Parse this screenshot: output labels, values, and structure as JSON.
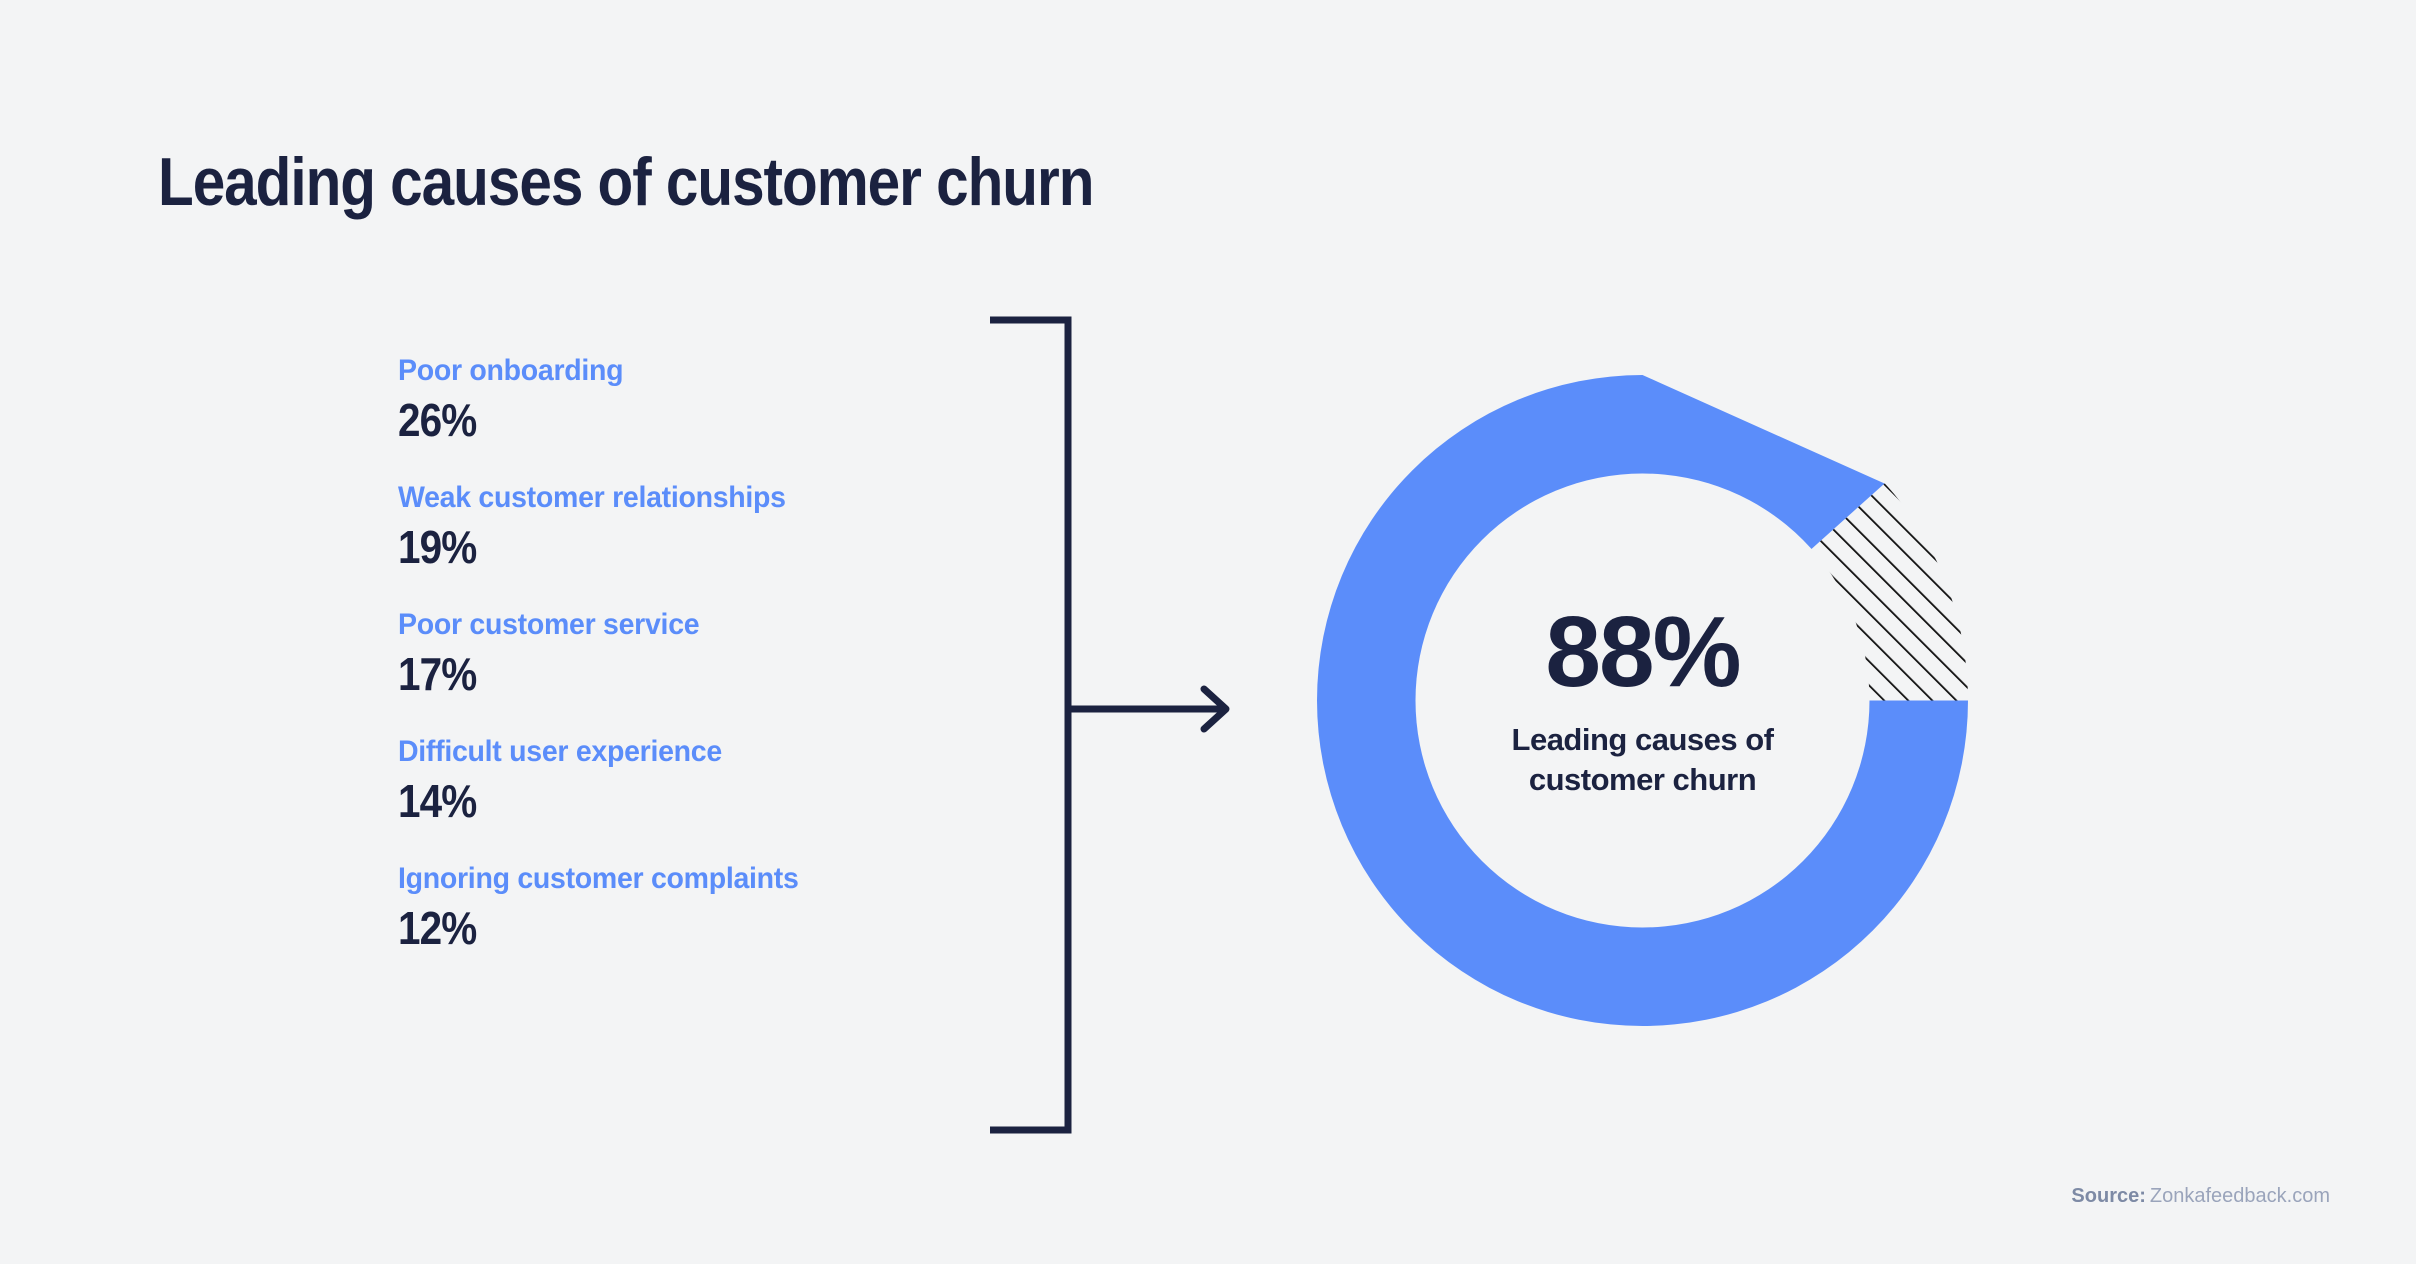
{
  "page": {
    "title": "Leading causes of customer churn",
    "background_color": "#f3f4f5"
  },
  "colors": {
    "navy": "#1b2240",
    "blue": "#5b8dfa",
    "hatch_stroke": "#111111",
    "source_label": "#7d8aa5",
    "source_value": "#9aa4bb"
  },
  "causes": [
    {
      "label": "Poor onboarding",
      "value": "26%",
      "percent": 26
    },
    {
      "label": "Weak customer relationships",
      "value": "19%",
      "percent": 19
    },
    {
      "label": "Poor customer service",
      "value": "17%",
      "percent": 17
    },
    {
      "label": "Difficult user experience",
      "value": "14%",
      "percent": 14
    },
    {
      "label": "Ignoring customer complaints",
      "value": "12%",
      "percent": 12
    }
  ],
  "connector": {
    "icon": "bracket-arrow-right-icon"
  },
  "donut": {
    "center_value": "88%",
    "center_caption": "Leading causes of customer churn"
  },
  "source": {
    "label": "Source:",
    "value": "Zonkafeedback.com"
  },
  "chart_data": {
    "type": "pie",
    "title": "Leading causes of customer churn",
    "subtype": "donut",
    "center_label": "88%",
    "center_caption": "Leading causes of customer churn",
    "unit": "%",
    "categories": [
      "Poor onboarding",
      "Weak customer relationships",
      "Poor customer service",
      "Difficult user experience",
      "Ignoring customer complaints"
    ],
    "values": [
      26,
      19,
      17,
      14,
      12
    ],
    "slices": [
      {
        "name": "Leading causes of customer churn (combined)",
        "value": 88,
        "color": "#5b8dfa",
        "style": "solid"
      },
      {
        "name": "Remainder",
        "value": 12,
        "color": "#f3f4f5",
        "style": "diagonal-hatch"
      }
    ],
    "legend": "none",
    "grid": false,
    "xlabel": "",
    "ylabel": ""
  }
}
